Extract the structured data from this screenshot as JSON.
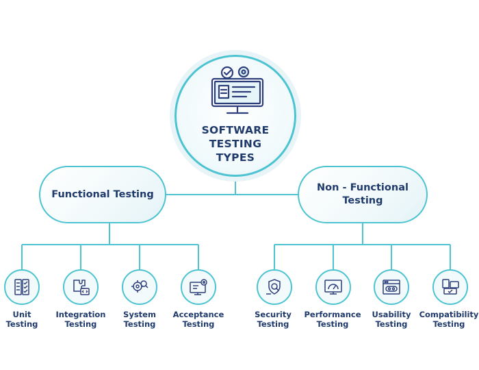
{
  "hub": {
    "title": "SOFTWARE\nTESTING\nTYPES",
    "icon": "computer-monitor-gear-icon"
  },
  "branches": [
    {
      "label": "Functional Testing",
      "leaves": [
        {
          "label": "Unit\nTesting",
          "icon": "server-rack-checklist-icon"
        },
        {
          "label": "Integration\nTesting",
          "icon": "puzzle-code-icon"
        },
        {
          "label": "System\nTesting",
          "icon": "gear-magnifier-icon"
        },
        {
          "label": "Acceptance\nTesting",
          "icon": "monitor-gear-icon"
        }
      ]
    },
    {
      "label": "Non -  Functional\nTesting",
      "leaves": [
        {
          "label": "Security\nTesting",
          "icon": "shield-magnifier-icon"
        },
        {
          "label": "Performance\nTesting",
          "icon": "speedometer-monitor-icon"
        },
        {
          "label": "Usability\nTesting",
          "icon": "browser-window-icon"
        },
        {
          "label": "Compatibility\nTesting",
          "icon": "devices-check-icon"
        }
      ]
    }
  ],
  "colors": {
    "accent": "#4cc3d1",
    "text": "#1f3a6b",
    "icon": "#2b3d7a"
  }
}
